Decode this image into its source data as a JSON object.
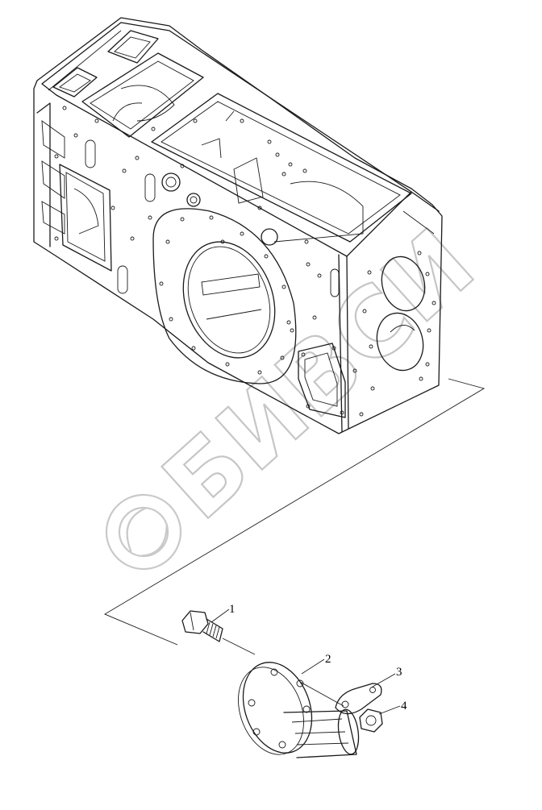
{
  "watermark": {
    "text": "БИВСИ"
  },
  "callouts": [
    {
      "number": "1",
      "part": "bolt"
    },
    {
      "number": "2",
      "part": "flanged-splined-shaft"
    },
    {
      "number": "3",
      "part": "lock-washer"
    },
    {
      "number": "4",
      "part": "nut"
    }
  ],
  "colors": {
    "line": "#1a1a1a",
    "watermark": "#c6c6c6",
    "background": "#ffffff"
  }
}
